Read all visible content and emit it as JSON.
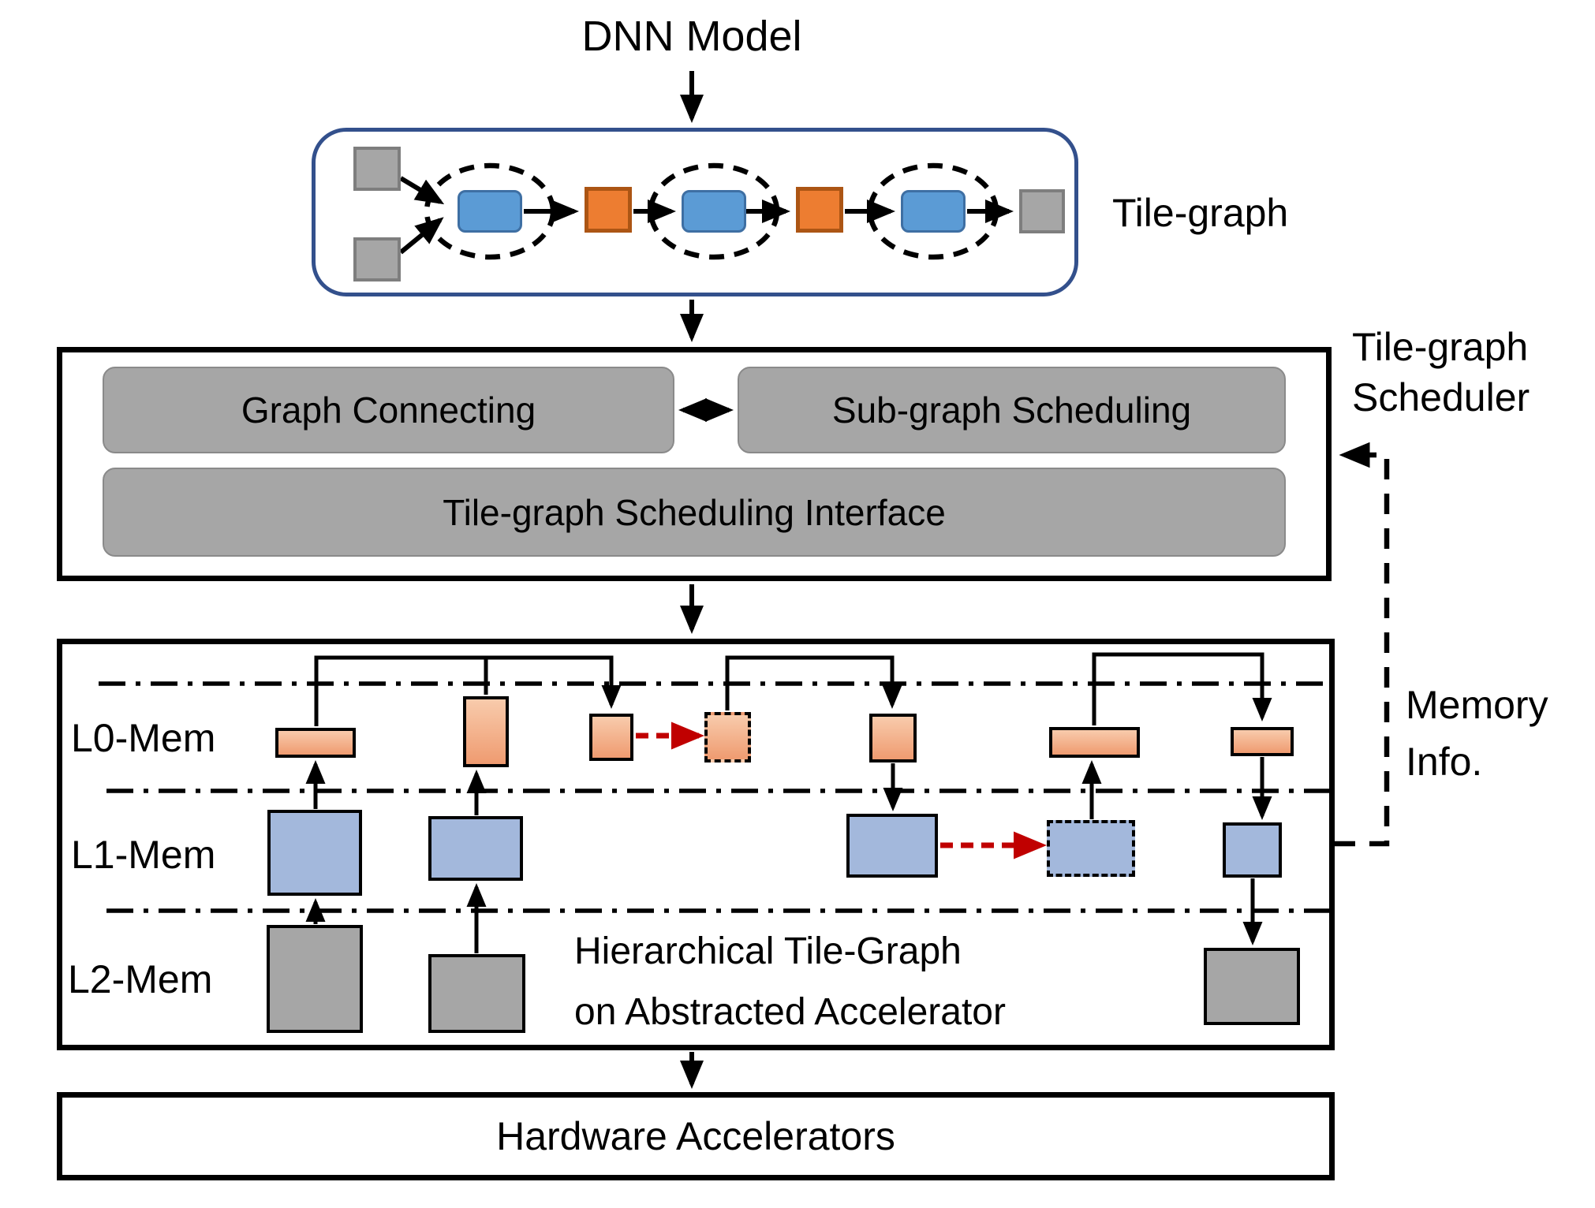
{
  "title": "DNN Model",
  "tile_graph": {
    "label": "Tile-graph"
  },
  "scheduler": {
    "label_line1": "Tile-graph",
    "label_line2": "Scheduler",
    "modules": {
      "graph_connecting": "Graph Connecting",
      "sub_graph_scheduling": "Sub-graph Scheduling",
      "interface": "Tile-graph Scheduling Interface"
    }
  },
  "memory_info": {
    "line1": "Memory",
    "line2": "Info."
  },
  "hierarchy": {
    "levels": [
      "L0-Mem",
      "L1-Mem",
      "L2-Mem"
    ],
    "caption_line1": "Hierarchical Tile-Graph",
    "caption_line2": "on Abstracted Accelerator"
  },
  "hardware": {
    "label": "Hardware Accelerators"
  },
  "colors": {
    "tile_graph_border": "#33508C",
    "compute_node_blue": "#5B9BD5",
    "buffer_node_orange": "#ED7D31",
    "module_gray": "#A6A6A6",
    "l0_tile_top": "#F8CBAC",
    "l0_tile_bottom": "#EF9B70",
    "l1_tile_blue": "#A3B8DC",
    "l2_tile_gray": "#A6A6A6",
    "redistribution_arrow_red": "#C00000",
    "line_black": "#000000"
  }
}
